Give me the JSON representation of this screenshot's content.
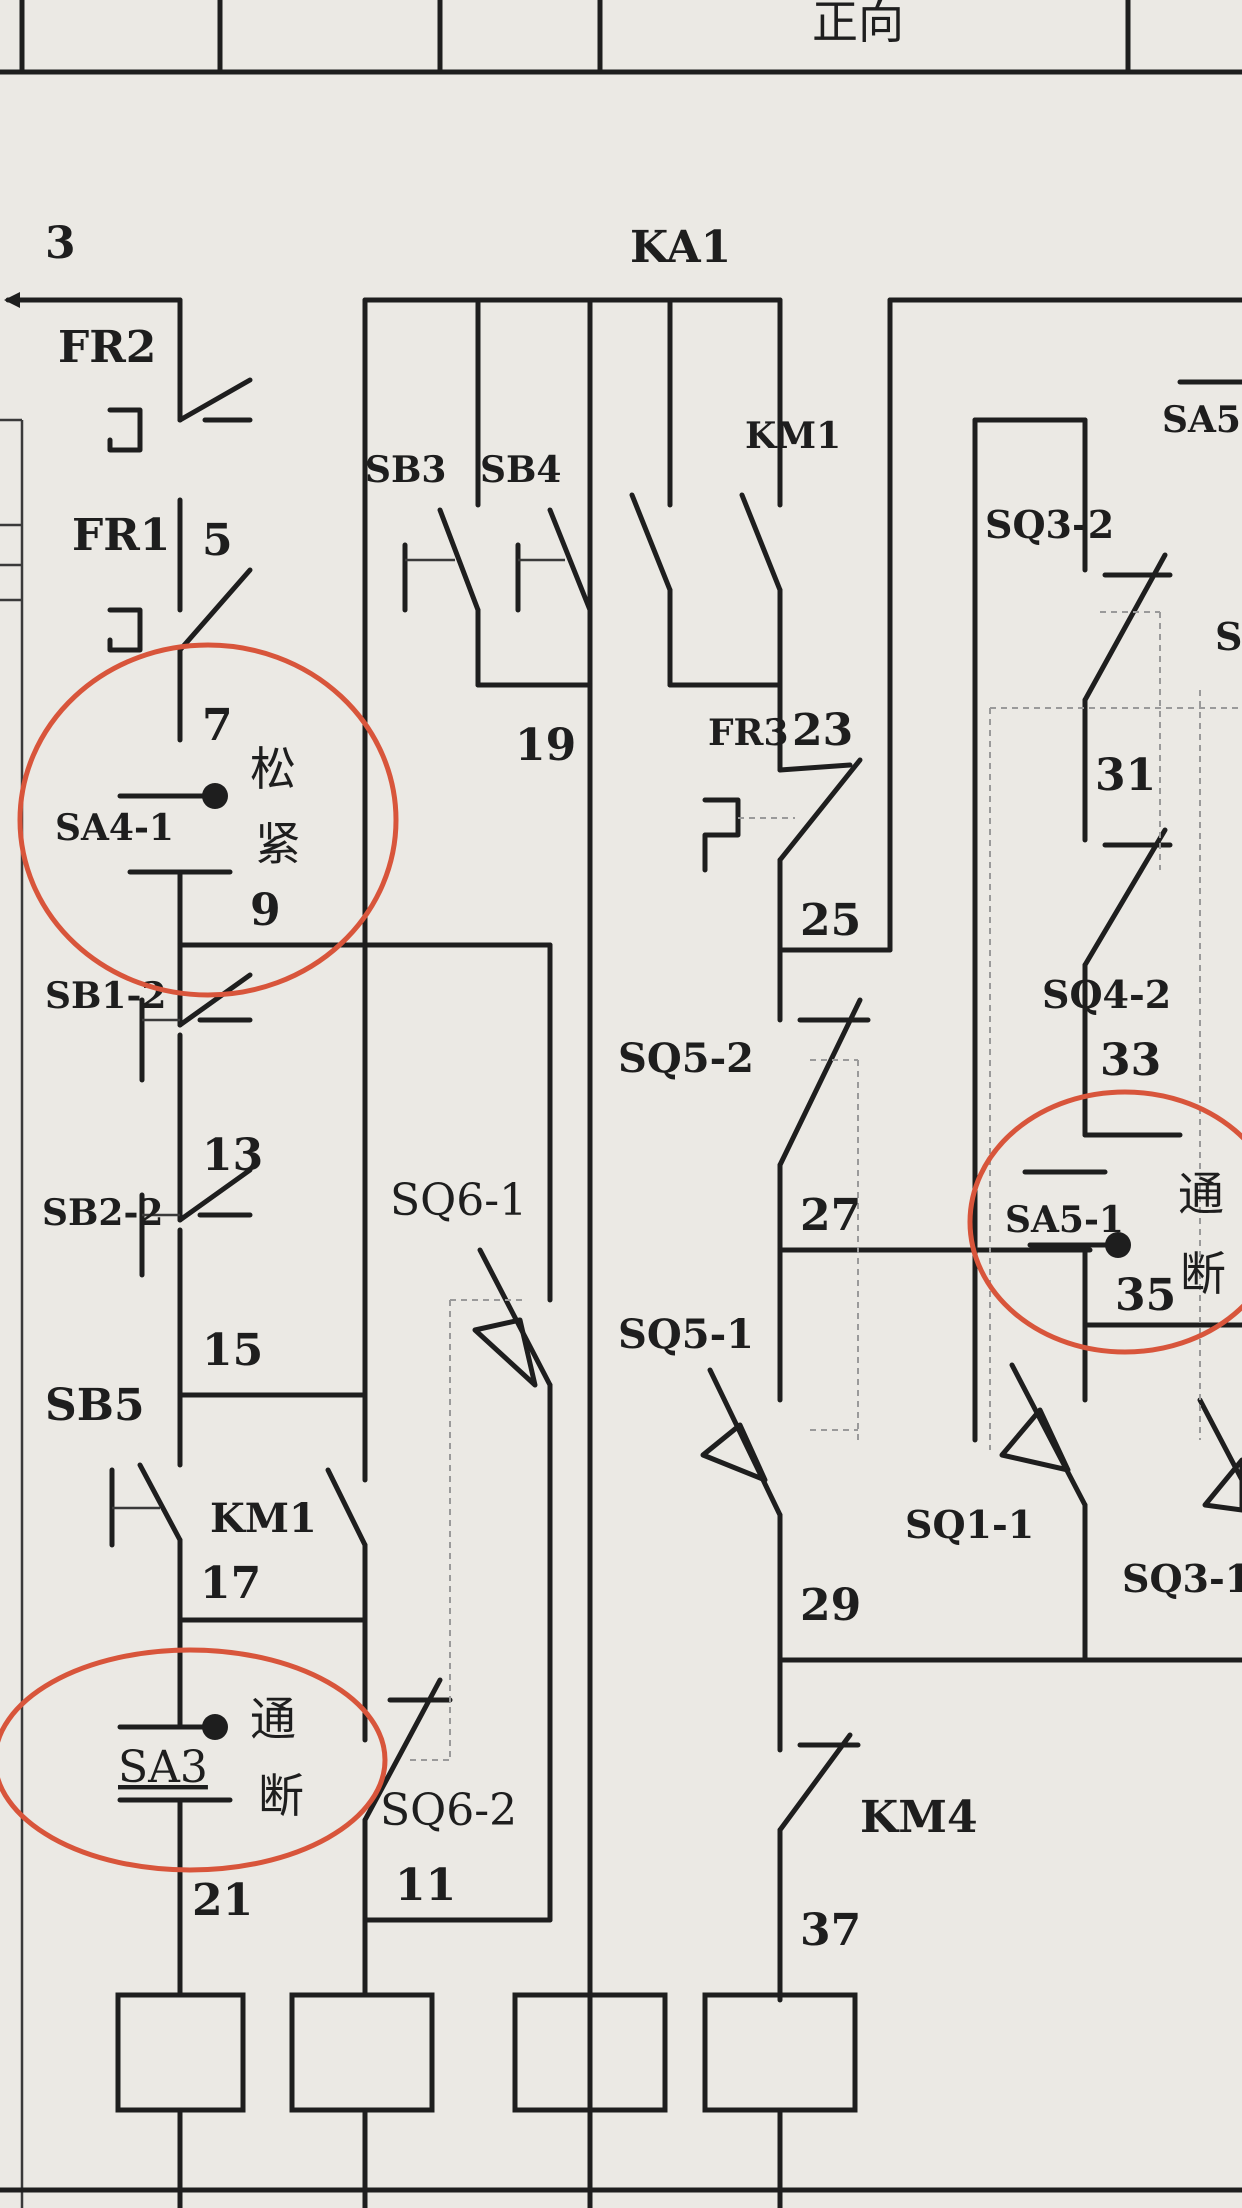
{
  "header": {
    "top_label": "正向"
  },
  "nodes": {
    "n3": "3",
    "n5": "5",
    "n7": "7",
    "n9": "9",
    "n11": "11",
    "n13": "13",
    "n15": "15",
    "n17": "17",
    "n19": "19",
    "n21": "21",
    "n23": "23",
    "n25": "25",
    "n27": "27",
    "n29": "29",
    "n31": "31",
    "n33": "33",
    "n35": "35",
    "n37": "37"
  },
  "components": {
    "ka1": "KA1",
    "fr2": "FR2",
    "fr1": "FR1",
    "fr3": "FR3",
    "sb3": "SB3",
    "sb4": "SB4",
    "km1_top": "KM1",
    "km1_mid": "KM1",
    "sa5_top": "SA5",
    "sq3_2": "SQ3-2",
    "s_cut": "S",
    "sa4_1": "SA4-1",
    "sb1_2": "SB1-2",
    "sb2_2": "SB2-2",
    "sb5": "SB5",
    "sq6_1": "SQ6-1",
    "sq6_2": "SQ6-2",
    "sq5_2": "SQ5-2",
    "sq5_1": "SQ5-1",
    "sq4_2": "SQ4-2",
    "sa5_1": "SA5-1",
    "sq1_1": "SQ1-1",
    "sq3_1": "SQ3-1",
    "sa3": "SA3",
    "km4": "KM4"
  },
  "switch_states": {
    "sa4_loose": "松",
    "sa4_tight": "紧",
    "sa5_on": "通",
    "sa5_off": "断",
    "sa3_on": "通",
    "sa3_off": "断"
  },
  "colors": {
    "wire": "#1e1e1e",
    "highlight_circle": "#d8553b",
    "paper": "#ebe9e4"
  }
}
